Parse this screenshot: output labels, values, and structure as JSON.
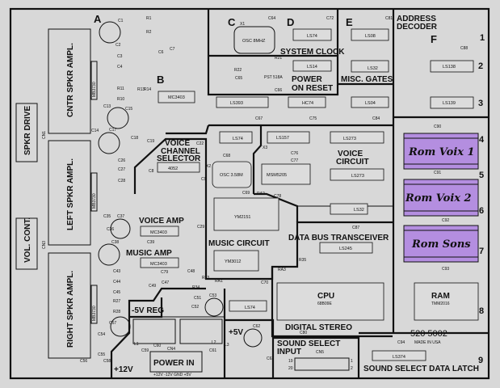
{
  "board": {
    "part_number": "520 5002",
    "made_in": "MADE IN USA",
    "digital_stereo": "DIGITAL  STEREO",
    "rom_color": "#b48ee0"
  },
  "section_letters": [
    "A",
    "B",
    "C",
    "D",
    "E",
    "F"
  ],
  "row_numbers": [
    "1",
    "2",
    "3",
    "4",
    "5",
    "6",
    "7",
    "8",
    "9"
  ],
  "sections": {
    "cntr_spkr": "CNTR SPKR AMPL.",
    "left_spkr": "LEFT SPKR AMPL.",
    "right_spkr": "RIGHT SPKR AMPL.",
    "spkr_drive": "SPKR DRIVE",
    "vol_cont": "VOL. CONT.",
    "system_clock": "SYSTEM CLOCK",
    "power_on_reset_1": "POWER",
    "power_on_reset_2": "ON  RESET",
    "misc_gates": "MISC. GATES",
    "address_decoder_1": "ADDRESS",
    "address_decoder_2": "DECODER",
    "voice_channel_1": "VOICE",
    "voice_channel_2": "CHANNEL",
    "voice_channel_3": "SELECTOR",
    "voice_circuit_1": "VOICE",
    "voice_circuit_2": "CIRCUIT",
    "voice_amp": "VOICE AMP",
    "music_amp": "MUSIC  AMP",
    "music_circuit": "MUSIC CIRCUIT",
    "data_bus": "DATA BUS TRANSCEIVER",
    "neg5v_reg": "-5V REG",
    "plus5v": "+5V",
    "plus12v": "+12V",
    "power_in": "POWER  IN",
    "power_in_pins": "+12V    -12V GND +5V",
    "sound_select_input_1": "SOUND SELECT",
    "sound_select_input_2": "INPUT",
    "sound_select_latch": "SOUND SELECT DATA LATCH"
  },
  "roms": [
    "Rom Voix 1",
    "Rom Voix 2",
    "Rom Sons"
  ],
  "chips": {
    "mc3403_b": "MC3403",
    "osc_8mhz": "OSC  8MHZ",
    "ls74_d": "LS74",
    "ls14": "LS14",
    "ls08": "LS08",
    "ls32_e": "LS32",
    "ls138": "LS138",
    "ls139": "LS139",
    "ls393": "LS393",
    "hc74": "HC74",
    "ls04": "LS04",
    "ls74_mid": "LS74",
    "ls157": "LS157",
    "ls273_a": "LS273",
    "ls273_b": "LS273",
    "osc_358": "OSC 3.58M",
    "msm5205": "MSM5205",
    "cd4052": "4052",
    "ym2151": "YM2151",
    "ym3012": "YM3012",
    "ls32_mid": "LS32",
    "ls245": "LS245",
    "mc3403_voice": "MC3403",
    "mc3403_music": "MC3403",
    "cpu": "CPU",
    "cpu_part": "68B09E",
    "ram": "RAM",
    "ram_part": "TMM2016",
    "ls74_low": "LS74",
    "ls374": "LS374",
    "mb3730_a": "MB3730",
    "mb3730_b": "MB3730",
    "mb3730_c": "MB3730",
    "cn1": "CN1",
    "cn3": "CN3",
    "cn4": "CN4",
    "cn5": "CN5"
  },
  "refs": [
    "C1",
    "R1",
    "R2",
    "C2",
    "C3",
    "C4",
    "C6",
    "C7",
    "R11",
    "R10",
    "C13",
    "C14",
    "C15",
    "C17",
    "C18",
    "C19",
    "C22",
    "C26",
    "C27",
    "C28",
    "R13",
    "R14",
    "C64",
    "C72",
    "C81",
    "C88",
    "C67",
    "C75",
    "C84",
    "C90",
    "C91",
    "C92",
    "C93",
    "C94",
    "C87",
    "R35",
    "RA3",
    "C80",
    "C62",
    "C63",
    "C35",
    "C37",
    "C38",
    "C36",
    "C39",
    "C29",
    "C43",
    "C44",
    "C45",
    "R27",
    "R28",
    "C57",
    "C54",
    "C55",
    "C58",
    "C56",
    "C79",
    "C47",
    "C49",
    "C48",
    "R33",
    "R34",
    "C51",
    "C52",
    "C53",
    "C60",
    "C59",
    "C61",
    "L1",
    "L2",
    "L3",
    "C68",
    "X2",
    "X3",
    "C76",
    "C77",
    "C69",
    "C70",
    "RA1",
    "RA2",
    "C78",
    "R21",
    "R22",
    "C65",
    "C66",
    "PST 518A",
    "X1",
    "C9",
    "C8"
  ],
  "pin_labels": [
    "19",
    "20",
    "1",
    "2"
  ]
}
